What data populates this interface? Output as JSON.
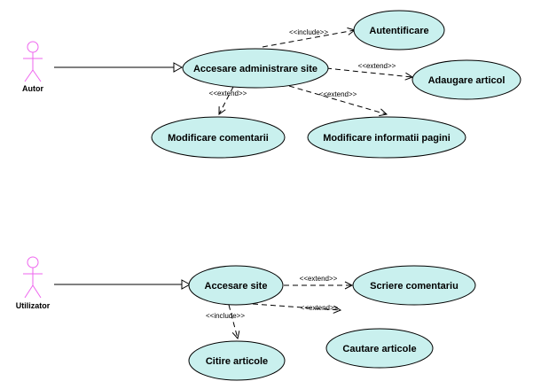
{
  "actors": {
    "autor": "Autor",
    "utilizator": "Utilizator"
  },
  "use_cases": {
    "autentificare": "Autentificare",
    "accesare_administrare": "Accesare administrare site",
    "adaugare_articol": "Adaugare articol",
    "modificare_comentarii": "Modificare comentarii",
    "modificare_informatii": "Modificare informatii pagini",
    "accesare_site": "Accesare site",
    "scriere_comentariu": "Scriere comentariu",
    "citire_articole": "Citire articole",
    "cautare_articole": "Cautare articole"
  },
  "relations": {
    "include_autentificare": "<<include>>",
    "extend_adaugare": "<<extend>>",
    "extend_modificare_comentarii": "<<extend>>",
    "extend_modificare_informatii": "<<extend>>",
    "extend_scriere": "<<extend>>",
    "include_citire": "<<include>>",
    "extend_cautare": "<<extend>>"
  },
  "colors": {
    "use_case_fill": "#c9f0ee",
    "actor_stroke": "#ee66ee"
  }
}
